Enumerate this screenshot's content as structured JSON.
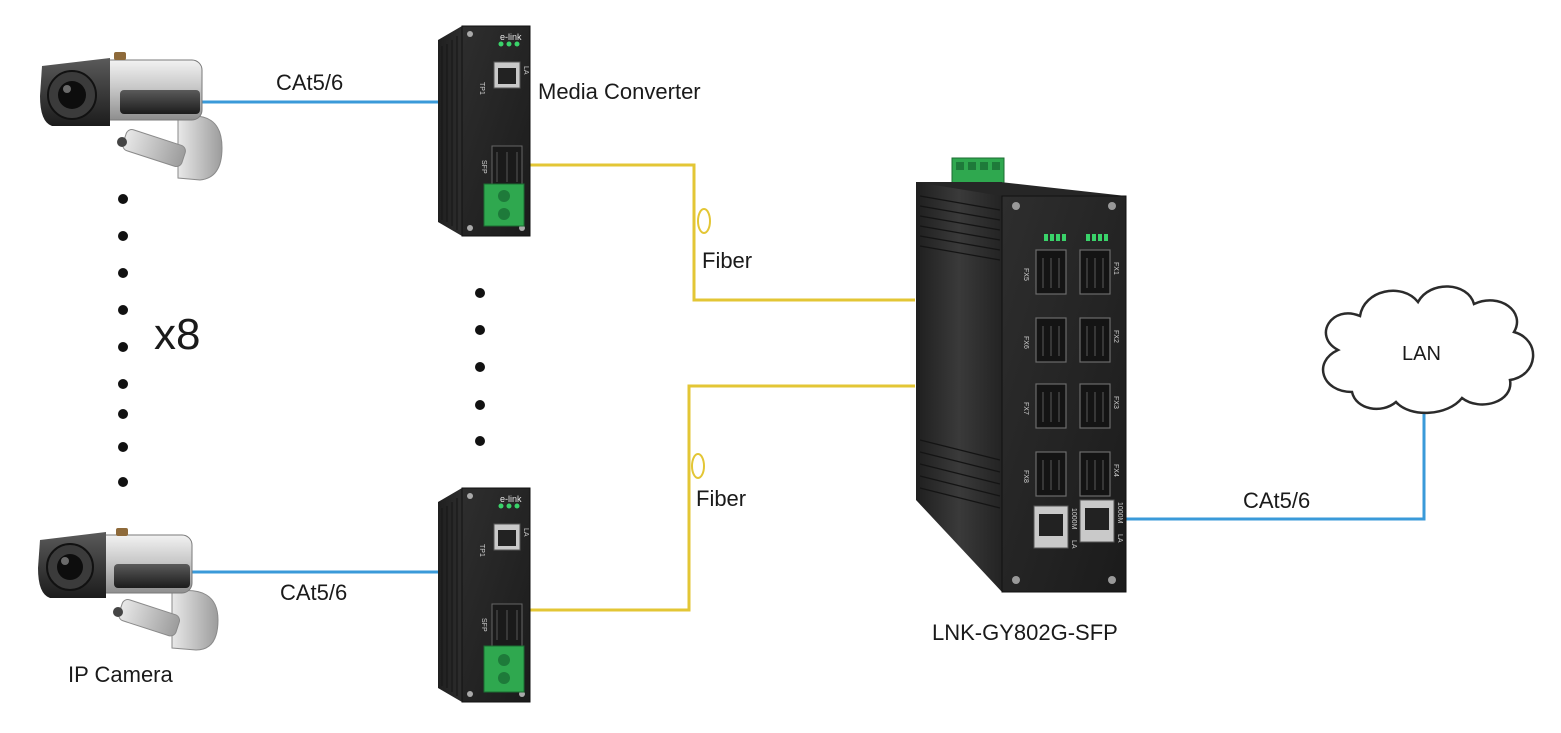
{
  "colors": {
    "copper_cable": "#3a9ad9",
    "fiber_cable": "#e3c635",
    "device_body": "#2b2b2b",
    "terminal_block": "#2fa84f"
  },
  "labels": {
    "cable_top": "CAt5/6",
    "cable_bottom": "CAt5/6",
    "cable_lan": "CAt5/6",
    "fiber_top": "Fiber",
    "fiber_bottom": "Fiber",
    "media_converter": "Media Converter",
    "camera_count": "x8",
    "ip_camera": "IP Camera",
    "switch_model": "LNK-GY802G-SFP",
    "lan": "LAN"
  },
  "device_text": {
    "converter_brand": "e-link",
    "converter_port_tp": "TP1",
    "converter_port_sfp": "SFP",
    "converter_led": "LA",
    "switch_ports_left": [
      "FX5",
      "FX6",
      "FX7",
      "FX8"
    ],
    "switch_ports_right": [
      "FX1",
      "FX2",
      "FX3",
      "FX4"
    ],
    "switch_led_speed": "1000M",
    "switch_led_link": "LA"
  },
  "icons": [
    "ip-camera-icon",
    "media-converter-icon",
    "industrial-switch-icon",
    "cloud-icon"
  ]
}
